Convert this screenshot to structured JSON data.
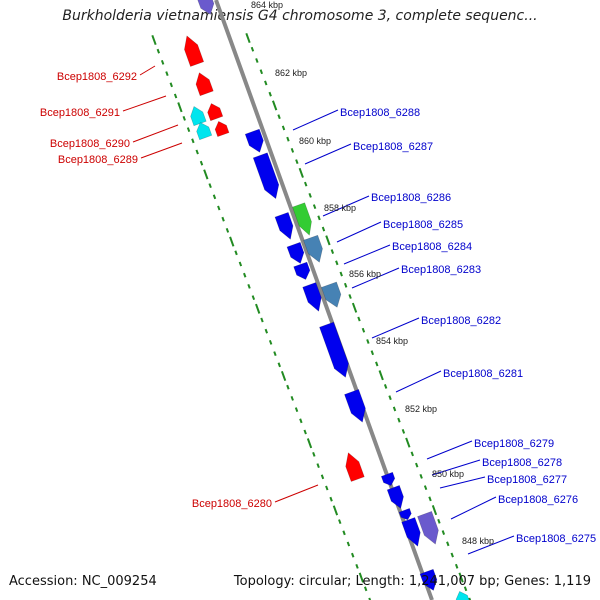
{
  "title": "Burkholderia vietnamiensis G4 chromosome 3, complete sequenc...",
  "footer": {
    "accession": "Accession: NC_009254",
    "topology": "Topology: circular; Length: 1,241,007 bp; Genes: 1,119"
  },
  "colors": {
    "backbone": "#888888",
    "tick_dots": "#228b22",
    "reverse_genes": "#ff0000",
    "forward_genes": "#0000ee",
    "cyan_genes": "#00e5ee",
    "steel_genes": "#4682b4",
    "green_gene": "#33cc33",
    "slate_gene": "#6a5acd",
    "reverse_labels": "#cc0000",
    "forward_labels": "#0000cc"
  },
  "kbp_labels": [
    "864 kbp",
    "862 kbp",
    "860 kbp",
    "858 kbp",
    "856 kbp",
    "854 kbp",
    "852 kbp",
    "850 kbp",
    "848 kbp"
  ],
  "reverse_gene_labels": [
    "Bcep1808_6292",
    "Bcep1808_6291",
    "Bcep1808_6290",
    "Bcep1808_6289",
    "Bcep1808_6280"
  ],
  "forward_gene_labels": [
    "Bcep1808_6288",
    "Bcep1808_6287",
    "Bcep1808_6286",
    "Bcep1808_6285",
    "Bcep1808_6284",
    "Bcep1808_6283",
    "Bcep1808_6282",
    "Bcep1808_6281",
    "Bcep1808_6279",
    "Bcep1808_6278",
    "Bcep1808_6277",
    "Bcep1808_6276",
    "Bcep1808_6275"
  ]
}
